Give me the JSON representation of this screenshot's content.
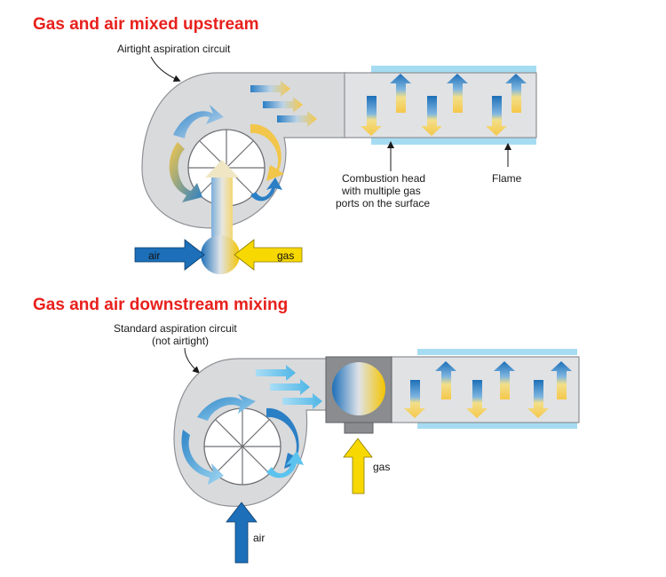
{
  "colors": {
    "title": "#e8201c",
    "housing": "#d9dadc",
    "housing_stroke": "#8e9094",
    "air_blue": "#1c6fb8",
    "gas_yellow": "#f7d800",
    "light_blue": "#5bc3ee",
    "flame_blue": "#a6dcf2",
    "chamber_gray": "#8a8c8f"
  },
  "top": {
    "title": "Gas and air mixed upstream",
    "circuit_label": "Airtight aspiration circuit",
    "air_label": "air",
    "gas_label": "gas",
    "combustion_label": [
      "Combustion head",
      "with multiple gas",
      "ports on the surface"
    ],
    "flame_label": "Flame"
  },
  "bottom": {
    "title": "Gas and air downstream mixing",
    "circuit_label": [
      "Standard aspiration circuit",
      "(not airtight)"
    ],
    "gas_label": "gas",
    "air_label": "air"
  }
}
